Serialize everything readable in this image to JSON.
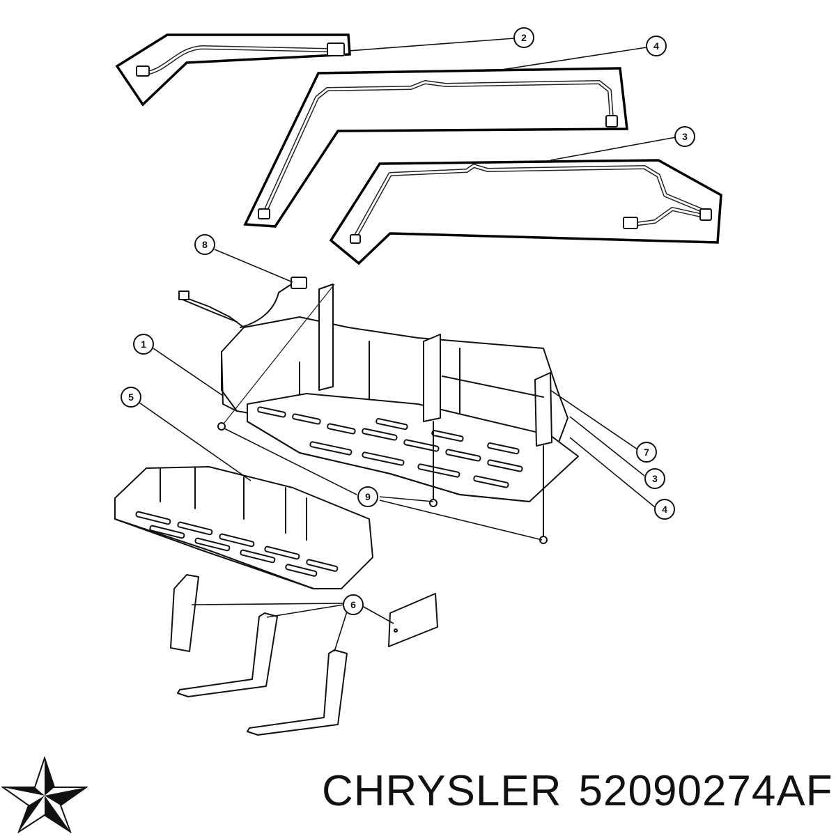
{
  "callouts": [
    {
      "label": "2"
    },
    {
      "label": "4"
    },
    {
      "label": "3"
    },
    {
      "label": "8"
    },
    {
      "label": "1"
    },
    {
      "label": "5"
    },
    {
      "label": "7"
    },
    {
      "label": "3"
    },
    {
      "label": "4"
    },
    {
      "label": "9"
    },
    {
      "label": "6"
    }
  ],
  "footer": {
    "brand": "CHRYSLER",
    "part_number": "52090274AF"
  },
  "icons": {
    "logo": "chrysler-pentastar-icon"
  },
  "colors": {
    "ink": "#111111",
    "background": "#ffffff"
  }
}
